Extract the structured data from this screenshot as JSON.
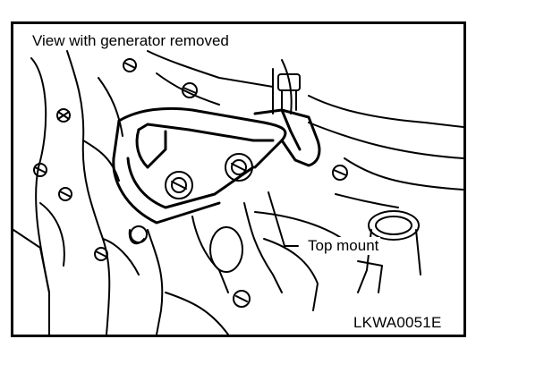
{
  "figure": {
    "title": "View with generator removed",
    "callout_label": "Top mount",
    "figure_code": "LKWA0051E"
  },
  "colors": {
    "line": "#000000",
    "background": "#ffffff"
  }
}
